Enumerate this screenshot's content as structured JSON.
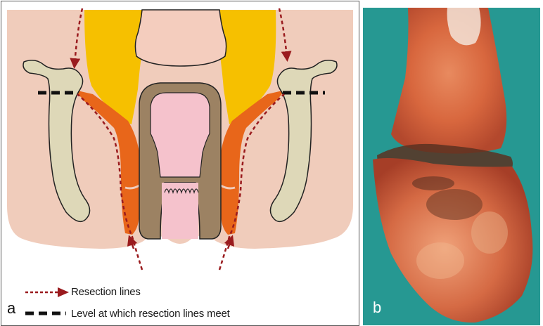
{
  "panels": {
    "a": {
      "letter": "a",
      "legend": [
        {
          "label": "Resection lines",
          "symbol": "dotted-arrow-icon",
          "color": "#9a1b1e"
        },
        {
          "label": "Level at which resection lines meet",
          "symbol": "thick-dashed-line-icon",
          "color": "#111111"
        }
      ]
    },
    "b": {
      "letter": "b"
    }
  },
  "colors": {
    "skin": "#f0ccbb",
    "fat": "#f6c000",
    "muscle": "#e8661a",
    "bone": "#ded8b8",
    "rectum_wall": "#9c8263",
    "lumen": "#f5c2cc",
    "resection_line": "#9a1b1e",
    "specimen_bg": "#2a9f98"
  }
}
